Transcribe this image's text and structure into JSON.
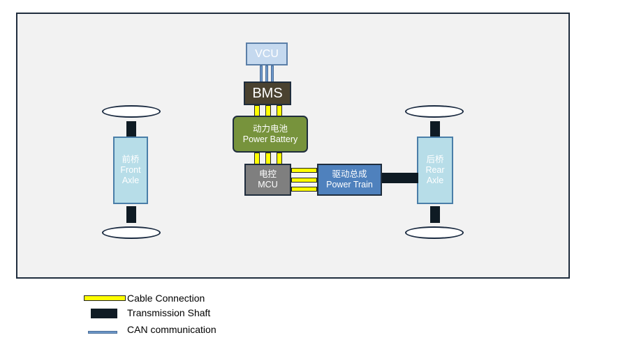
{
  "nodes": {
    "vcu": {
      "label": "VCU"
    },
    "bms": {
      "label": "BMS"
    },
    "battery": {
      "label_cn": "动力电池",
      "label_en": "Power Battery"
    },
    "mcu": {
      "label_cn": "电控",
      "label_en": "MCU"
    },
    "power_train": {
      "label_cn": "驱动总成",
      "label_en": "Power Train"
    },
    "front_axle": {
      "label_cn": "前桥",
      "label_en1": "Front",
      "label_en2": "Axle"
    },
    "rear_axle": {
      "label_cn": "后桥",
      "label_en1": "Rear",
      "label_en2": "Axle"
    }
  },
  "legend": {
    "cable": "Cable Connection",
    "shaft": "Transmission Shaft",
    "can": "CAN communication"
  },
  "colors": {
    "vcu_fill": "#c5d9ef",
    "bms_fill": "#4a4230",
    "battery_fill": "#77933c",
    "mcu_fill": "#7f7f7f",
    "power_train_fill": "#4f81bd",
    "axle_fill": "#b7dde8",
    "cable": "#ffff00",
    "shaft": "#0f1b24",
    "can": "#6d97c9"
  }
}
